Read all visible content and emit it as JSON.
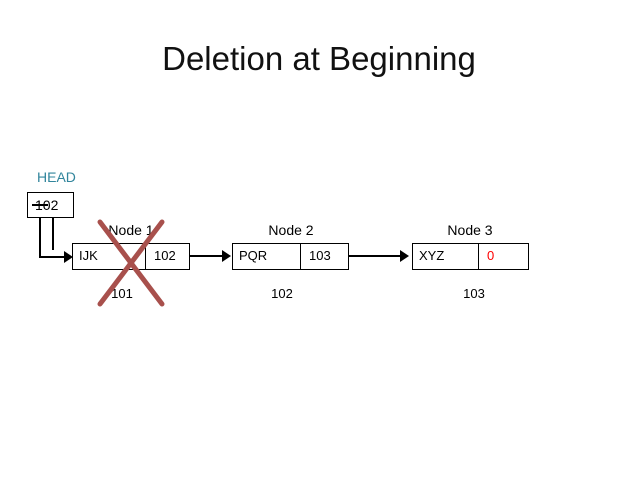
{
  "slide": {
    "title": "Deletion at Beginning",
    "background_color": "#ffffff"
  },
  "head_pointer": {
    "label": "HEAD",
    "label_color": "#31859c",
    "value": "102",
    "struck_through": true
  },
  "nodes": [
    {
      "label": "Node 1",
      "data": "IJK",
      "next": "102",
      "address": "101",
      "deleted": true,
      "next_is_null": false
    },
    {
      "label": "Node 2",
      "data": "PQR",
      "next": "103",
      "address": "102",
      "deleted": false,
      "next_is_null": false
    },
    {
      "label": "Node 3",
      "data": "XYZ",
      "next": "0",
      "address": "103",
      "deleted": false,
      "next_is_null": true
    }
  ],
  "colors": {
    "cross": "#a8504c",
    "null_value": "#ff0000",
    "head_label": "#31859c",
    "stroke": "#000000"
  },
  "icons": {
    "delete_cross": "cross-out-icon",
    "arrow": "arrow-right-icon"
  }
}
